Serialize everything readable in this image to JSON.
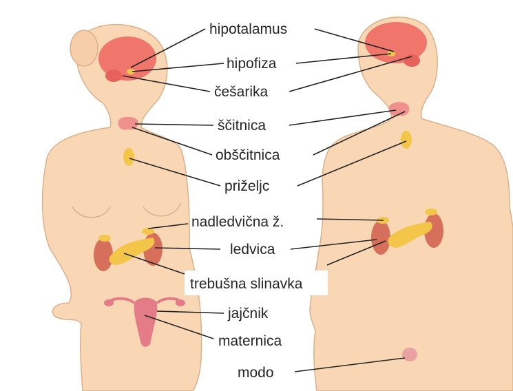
{
  "labels": {
    "hypothalamus": "hipotalamus",
    "pituitary": "hipofiza",
    "pineal": "češarika",
    "thyroid": "ščitnica",
    "parathyroid": "obščitnica",
    "thymus": "priželjc",
    "adrenal": "nadledvična ž.",
    "kidney": "ledvica",
    "pancreas": "trebušna slinavka",
    "ovary": "jajčnik",
    "uterus": "maternica",
    "testis": "modo"
  },
  "colors": {
    "skin": "#f9d7b4",
    "outline": "#d9b089",
    "brain": "#f0766c",
    "gland": "#f3c64a",
    "kidney": "#d6705a",
    "reproductive": "#e37c86",
    "leader": "#222222"
  }
}
